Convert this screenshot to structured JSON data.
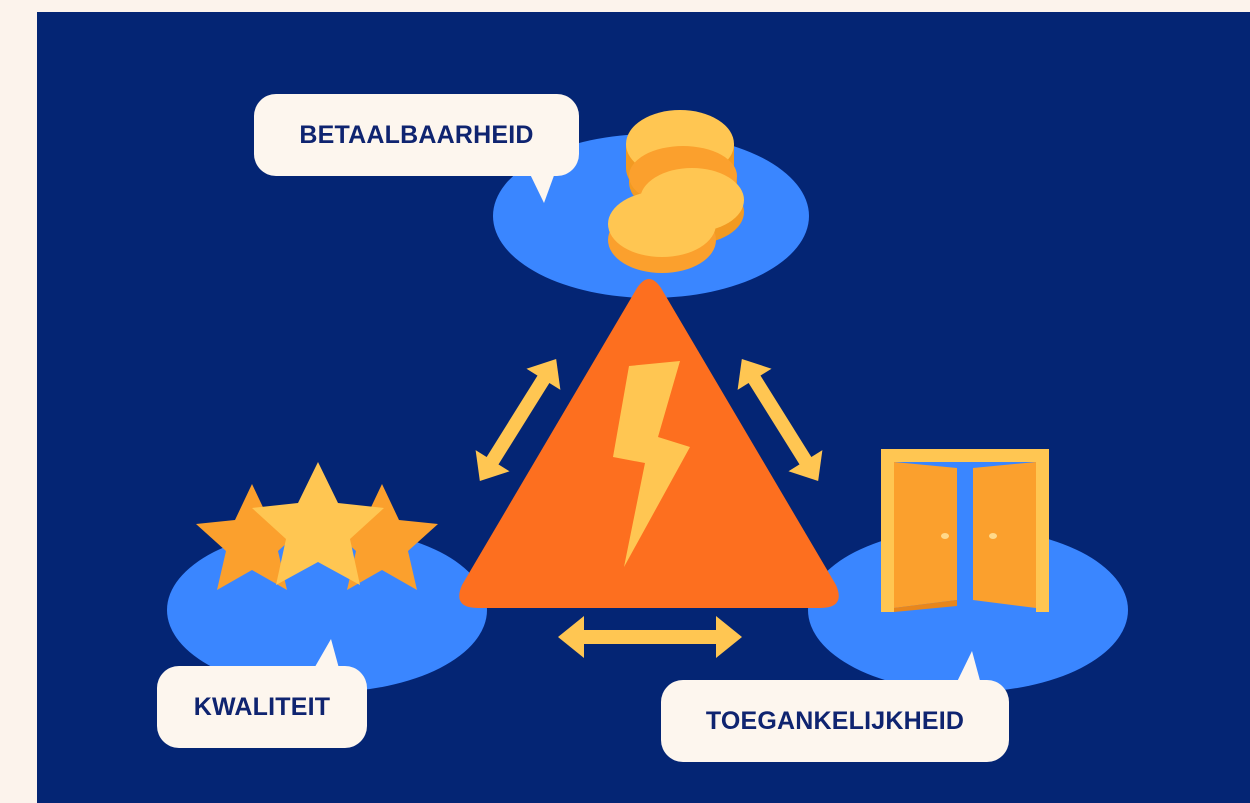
{
  "labels": {
    "affordability": "BETAALBAARHEID",
    "quality": "KWALITEIT",
    "accessibility": "TOEGANKELIJKHEID"
  },
  "icons": {
    "center": "warning-lightning-icon",
    "top": "coin-stack-icon",
    "left": "three-stars-icon",
    "right": "open-door-icon",
    "connectors": "double-arrow-icon"
  },
  "colors": {
    "page_background": "#fcf3ec",
    "panel_background": "#042574",
    "platform_blue": "#3a86ff",
    "triangle_orange": "#fd6f1f",
    "accent_yellow": "#ffc652",
    "accent_orange": "#fba02d",
    "label_background": "#fdf6ee",
    "label_text": "#0f2470"
  }
}
